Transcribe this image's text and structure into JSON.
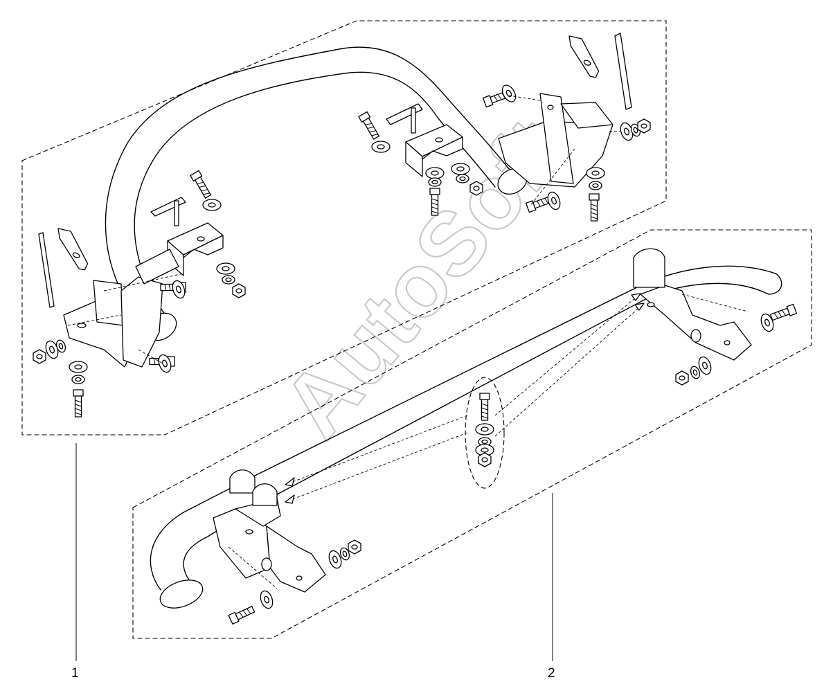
{
  "callouts": [
    {
      "id": "1",
      "label": "1"
    },
    {
      "id": "2",
      "label": "2"
    }
  ],
  "watermark": "AutoSoft"
}
